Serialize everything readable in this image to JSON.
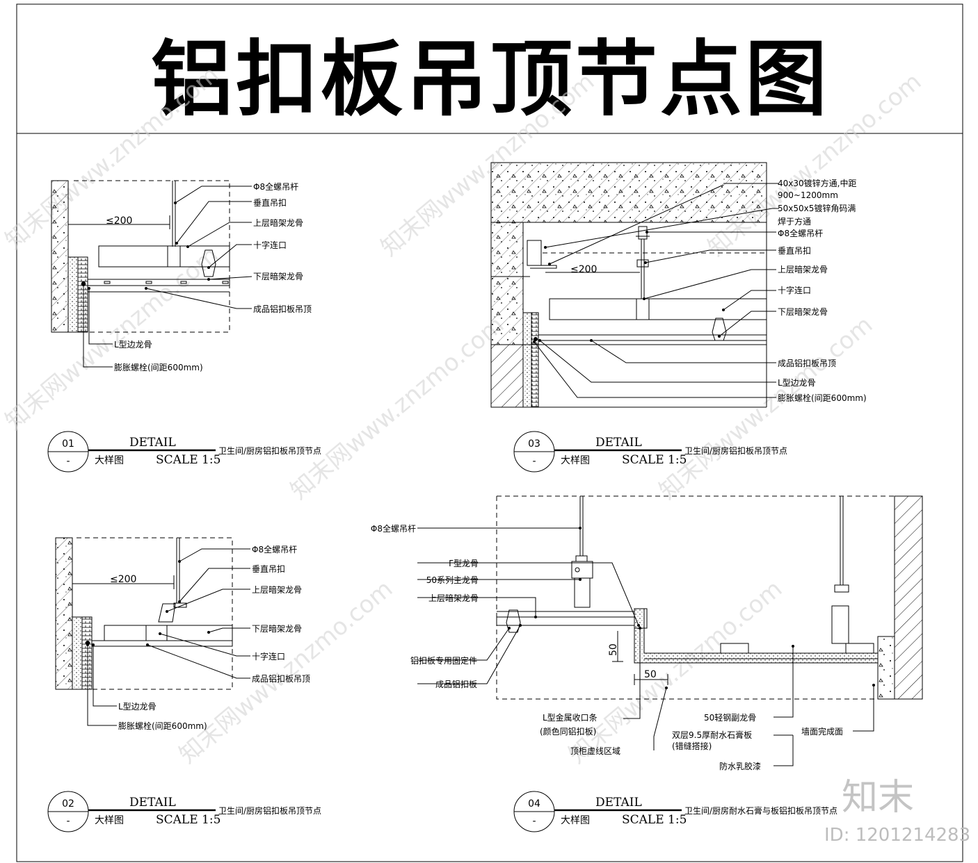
{
  "title": "铝扣板吊顶节点图",
  "details": {
    "d01": {
      "num": "01",
      "sub": "-",
      "detail": "DETAIL",
      "scale_label": "大样图",
      "scale": "SCALE 1:5",
      "desc": "卫生间/厨房铝扣板吊顶节点",
      "dim": "≤200",
      "labels": [
        "Φ8全螺吊杆",
        "垂直吊扣",
        "上层暗架龙骨",
        "十字连口",
        "下层暗架龙骨",
        "成品铝扣板吊顶",
        "L型边龙骨",
        "膨胀螺栓(间距600mm)"
      ]
    },
    "d02": {
      "num": "02",
      "sub": "-",
      "detail": "DETAIL",
      "scale_label": "大样图",
      "scale": "SCALE 1:5",
      "desc": "卫生间/厨房铝扣板吊顶节点",
      "dim": "≤200",
      "labels": [
        "Φ8全螺吊杆",
        "垂直吊扣",
        "上层暗架龙骨",
        "下层暗架龙骨",
        "十字连口",
        "成品铝扣板吊顶",
        "L型边龙骨",
        "膨胀螺栓(间距600mm)"
      ]
    },
    "d03": {
      "num": "03",
      "sub": "-",
      "detail": "DETAIL",
      "scale_label": "大样图",
      "scale": "SCALE 1:5",
      "desc": "卫生间/厨房铝扣板吊顶节点",
      "dim": "≤200",
      "labels": [
        "40x30镀锌方通,中距",
        "900~1200mm",
        "50x50x5镀锌角码满",
        "焊于方通",
        "Φ8全螺吊杆",
        "垂直吊扣",
        "上层暗架龙骨",
        "十字连口",
        "下层暗架龙骨",
        "成品铝扣板吊顶",
        "L型边龙骨",
        "膨胀螺栓(间距600mm)"
      ]
    },
    "d04": {
      "num": "04",
      "sub": "-",
      "detail": "DETAIL",
      "scale_label": "大样图",
      "scale": "SCALE 1:5",
      "desc": "卫生间/厨房耐水石膏与板铝扣板吊顶节点",
      "dim_v": "50",
      "dim_h": "50",
      "labels_left": [
        "Φ8全螺吊杆",
        "F型龙骨",
        "50系列主龙骨",
        "上层暗架龙骨",
        "铝扣板专用固定件",
        "成品铝扣板"
      ],
      "labels_bottom": [
        "L型金属收口条",
        "(颜色同铝扣板)",
        "顶柜虚线区域",
        "50轻钢副龙骨",
        "双层9.5厚耐水石膏板",
        "(错缝搭接)",
        "防水乳胶漆",
        "墙面完成面"
      ]
    }
  },
  "watermark": {
    "text": "知末网www.znzmo.com",
    "brand": "知末",
    "id": "ID: 1201214283"
  }
}
